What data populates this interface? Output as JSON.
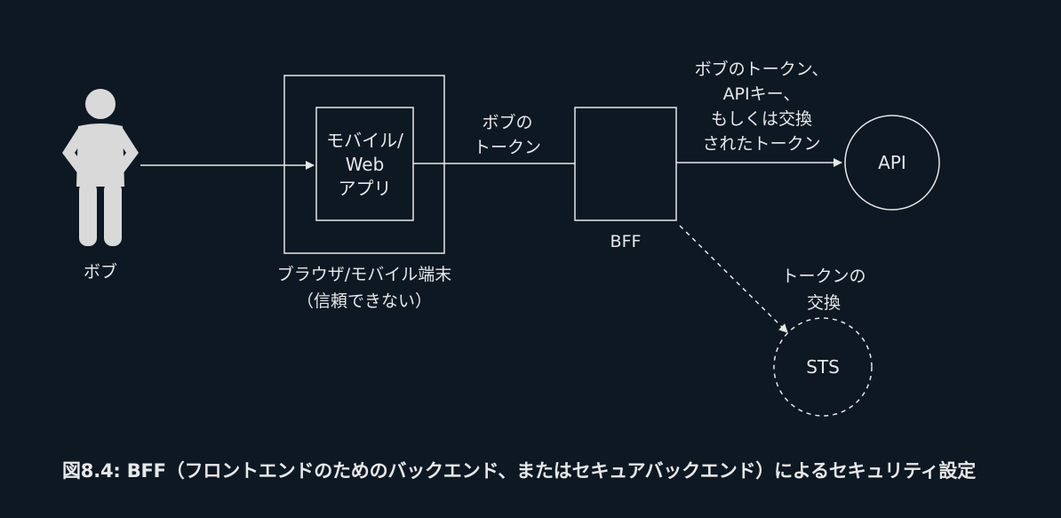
{
  "person": {
    "label": "ボブ"
  },
  "app": {
    "inner_lines": [
      "モバイル/",
      "Web",
      "アプリ"
    ],
    "outer_lines": [
      "ブラウザ/モバイル端末",
      "（信頼できない）"
    ]
  },
  "edge_bob_token": {
    "lines": [
      "ボブの",
      "トークン"
    ]
  },
  "bff": {
    "label": "BFF"
  },
  "edge_to_api": {
    "lines": [
      "ボブのトークン、",
      "APIキー、",
      "もしくは交換",
      "されたトークン"
    ]
  },
  "api": {
    "label": "API"
  },
  "edge_exchange": {
    "lines": [
      "トークンの",
      "交換"
    ]
  },
  "sts": {
    "label": "STS"
  },
  "caption": "図8.4: BFF（フロントエンドのためのバックエンド、またはセキュアバックエンド）によるセキュリティ設定",
  "colors": {
    "background": "#0e1823",
    "stroke": "#e6e8ea",
    "person_fill": "#d9d9d9"
  }
}
